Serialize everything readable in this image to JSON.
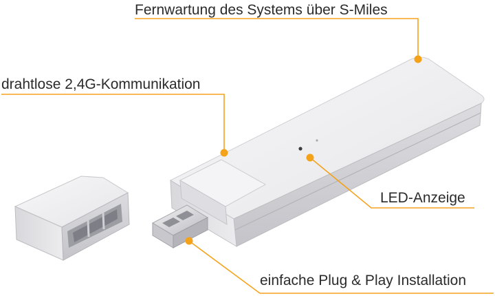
{
  "labels": {
    "remote": "Fernwartung des Systems über S-Miles",
    "wireless": "drahtlose 2,4G-Kommunikation",
    "led": "LED-Anzeige",
    "plug": "einfache Plug & Play Installation"
  },
  "colors": {
    "accent": "#f5a21b",
    "text": "#2b2b2b",
    "device_body": "#ececee",
    "device_shadow": "#c9c9cd"
  },
  "icons": {
    "callout_marker": "orange-dot"
  }
}
